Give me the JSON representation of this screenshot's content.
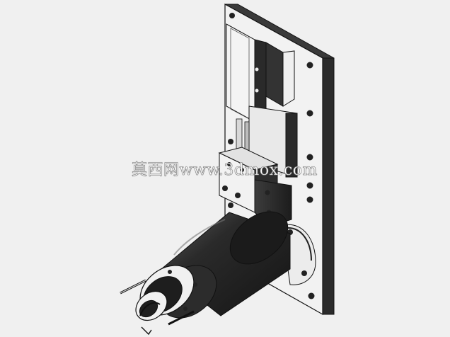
{
  "watermark": {
    "text": "莫西网www.3dmox.com"
  },
  "colors": {
    "background": "#f0f0f0",
    "plate_face": "#f2f2f2",
    "plate_edge": "#3a3a3a",
    "metal_dark": "#2a2a2a",
    "metal_light": "#e8e8e8",
    "outline": "#111111"
  },
  "icons": [
    "mounting-plate",
    "linear-slide-module",
    "motor-cylinder",
    "spindle-tool-head"
  ]
}
